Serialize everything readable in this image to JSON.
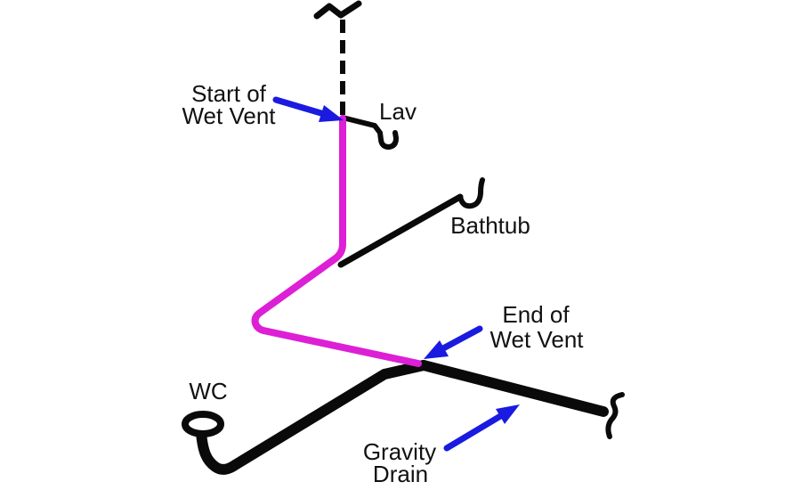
{
  "colors": {
    "background": "#ffffff",
    "pipe": "#0a0a0a",
    "text": "#111111",
    "wet_vent": "#dd1fd6",
    "arrow": "#1a1ae0"
  },
  "labels": {
    "start_of_wet_vent": {
      "line1": "Start of",
      "line2": "Wet Vent"
    },
    "lav": "Lav",
    "bathtub": "Bathtub",
    "end_of_wet_vent": {
      "line1": "End of",
      "line2": "Wet Vent"
    },
    "wc": "WC",
    "gravity_drain": {
      "line1": "Gravity",
      "line2": "Drain"
    }
  },
  "icons": {
    "break_top": "pipe-break-squiggle",
    "break_end": "pipe-break-squiggle",
    "lav_trap": "p-trap",
    "bathtub_trap": "p-trap",
    "wc_flange": "closet-flange",
    "start_arrow": "pointer-arrow",
    "end_arrow": "pointer-arrow",
    "gravity_arrow": "pointer-arrow"
  }
}
